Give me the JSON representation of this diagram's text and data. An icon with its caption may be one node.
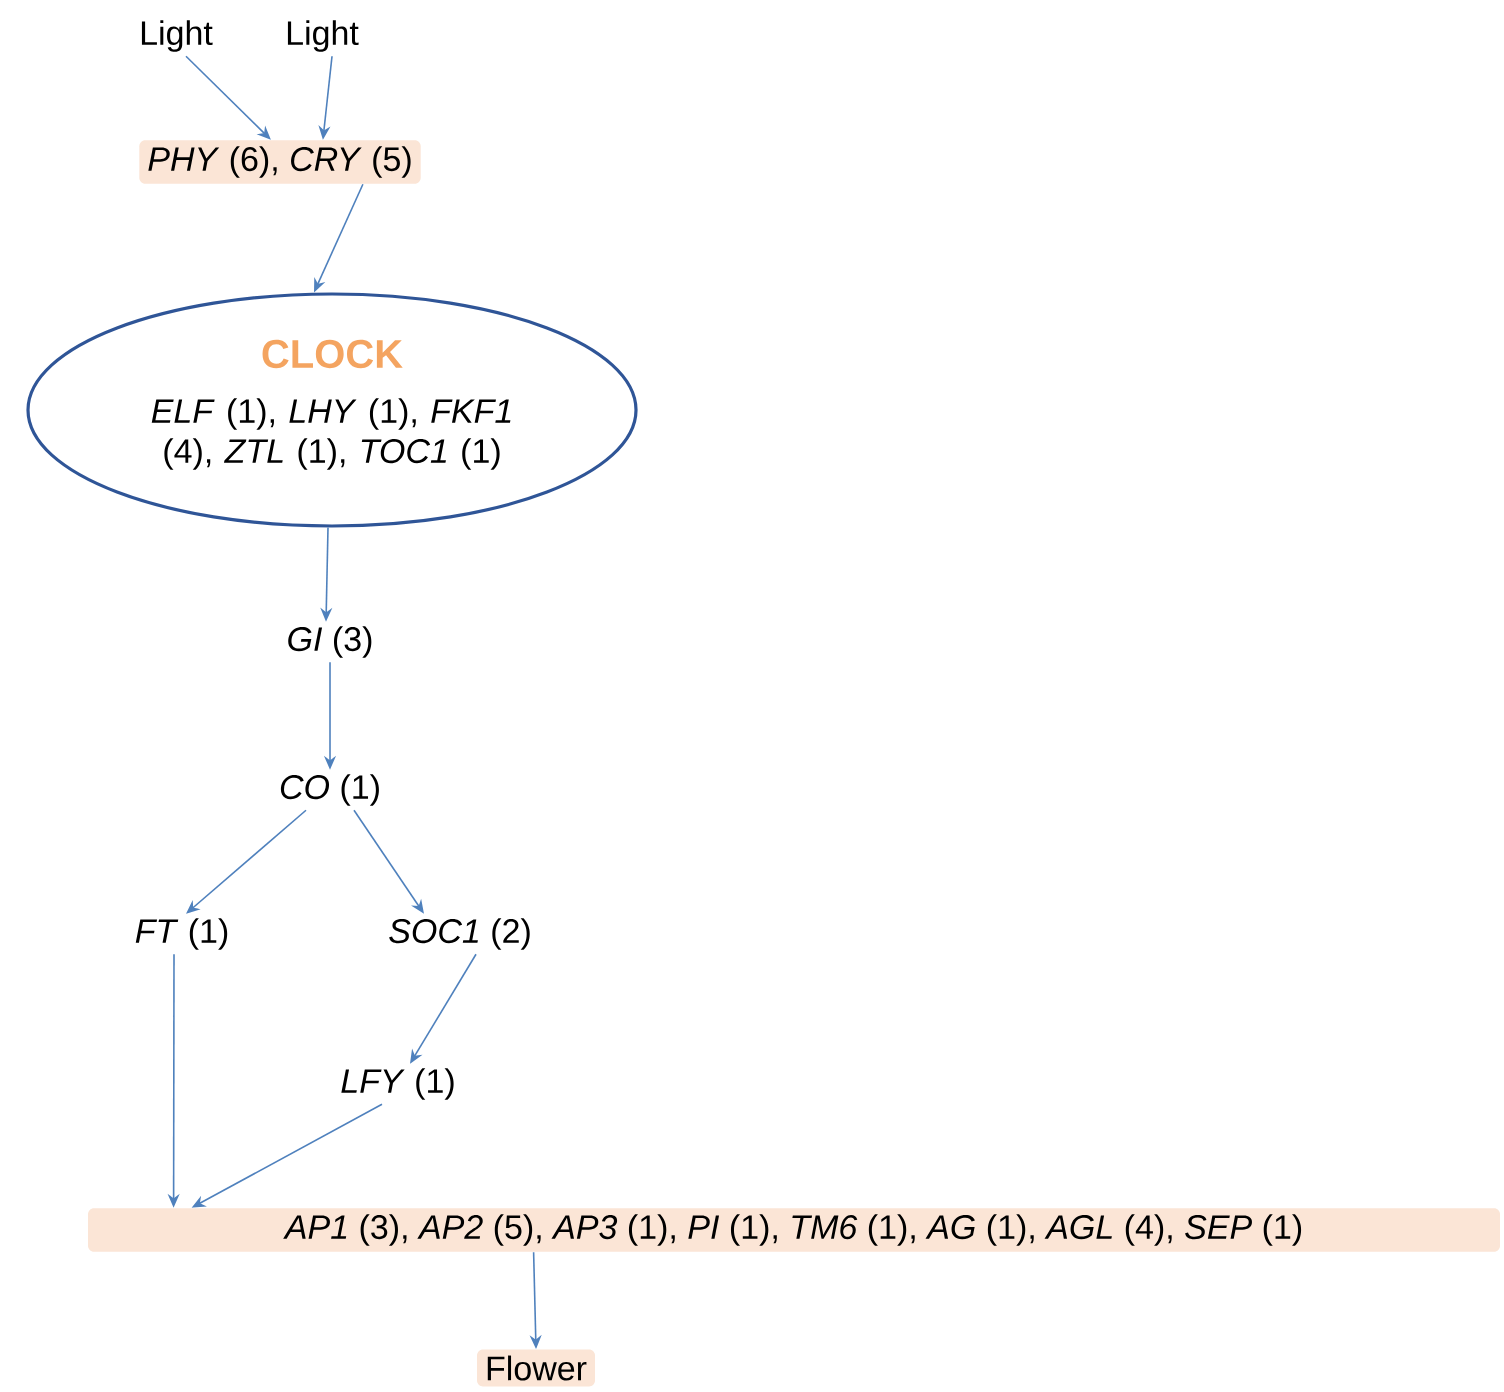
{
  "diagram": {
    "nodes": [
      {
        "text": [
          "Light"
        ]
      },
      {
        "text": [
          "Light"
        ]
      },
      {
        "text": [
          "*PHY* (6), *CRY* (5)"
        ]
      },
      {
        "text": [
          "CLOCK",
          "*ELF* (1), *LHY* (1), *FKF1* (4), *ZTL* (1), *TOC1* (1)"
        ]
      },
      {
        "text": [
          "*GI* (3)"
        ]
      },
      {
        "text": [
          "*CO* (1)"
        ]
      },
      {
        "text": [
          "*FT* (1)"
        ]
      },
      {
        "text": [
          "*SOC1* (2)"
        ]
      },
      {
        "text": [
          "*LFY* (1)"
        ]
      },
      {
        "text": [
          "*AP1* (3), *AP2* (5), *AP3* (1), *PI* (1), *TM6* (1), *AG* (1), *AGL* (4), *SEP* (1)"
        ]
      },
      {
        "text": [
          "Flower"
        ]
      }
    ],
    "edges": [
      {
        "from": 0,
        "to": 2,
        "arrow": "to"
      },
      {
        "from": 1,
        "to": 2,
        "arrow": "to"
      },
      {
        "from": 2,
        "to": 3,
        "arrow": "to"
      },
      {
        "from": 3,
        "to": 4,
        "arrow": "to"
      },
      {
        "from": 4,
        "to": 5,
        "arrow": "to"
      },
      {
        "from": 5,
        "to": 6,
        "arrow": "to"
      },
      {
        "from": 5,
        "to": 7,
        "arrow": "to"
      },
      {
        "from": 7,
        "to": 8,
        "arrow": "to"
      },
      {
        "from": 6,
        "to": 9,
        "arrow": "to"
      },
      {
        "from": 8,
        "to": 9,
        "arrow": "to"
      },
      {
        "from": 9,
        "to": 10,
        "arrow": "to"
      }
    ]
  }
}
